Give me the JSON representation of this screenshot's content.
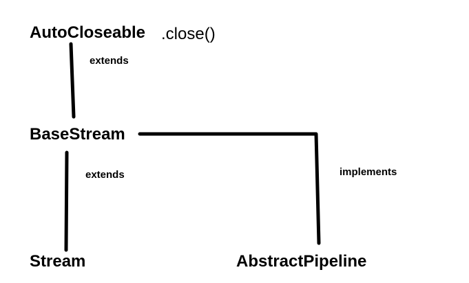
{
  "diagram": {
    "nodes": {
      "autocloseable": "AutoCloseable",
      "basestream": "BaseStream",
      "stream": "Stream",
      "abstractpipeline": "AbstractPipeline"
    },
    "method_label": ".close()",
    "relations": {
      "basestream_to_autocloseable": "extends",
      "stream_to_basestream": "extends",
      "abstractpipeline_to_basestream": "implements"
    },
    "edges": [
      {
        "from": "BaseStream",
        "to": "AutoCloseable",
        "label": "extends"
      },
      {
        "from": "Stream",
        "to": "BaseStream",
        "label": "extends"
      },
      {
        "from": "AbstractPipeline",
        "to": "BaseStream",
        "label": "implements"
      }
    ],
    "line_color": "#000000",
    "text_color": "#000000",
    "background": "#ffffff"
  }
}
